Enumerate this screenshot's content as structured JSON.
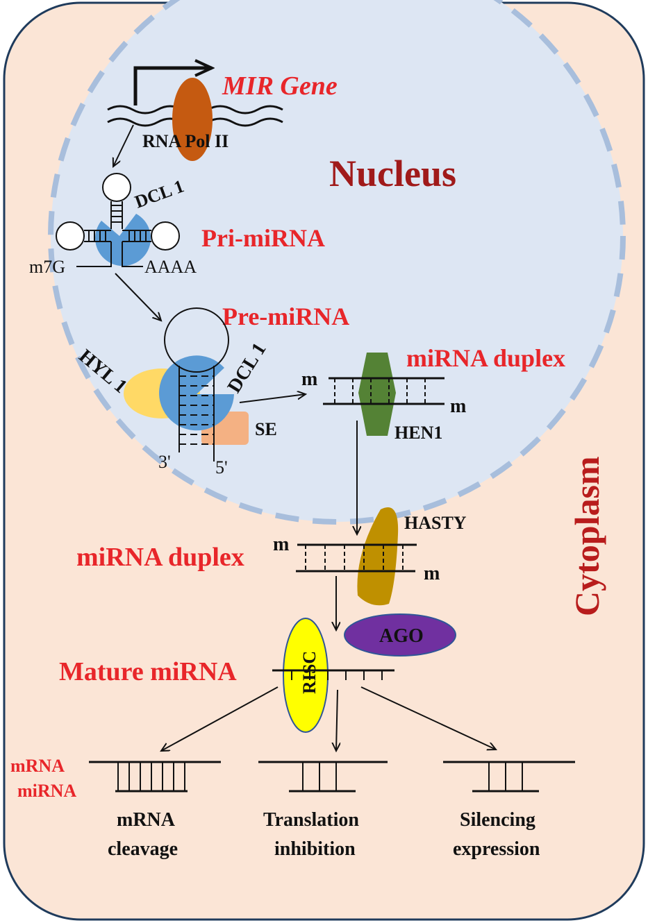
{
  "labels": {
    "mir_gene": "MIR Gene",
    "rna_pol": "RNA Pol II",
    "nucleus": "Nucleus",
    "dcl1_top": "DCL 1",
    "pri_mirna": "Pri-miRNA",
    "m7g": "m7G",
    "aaaa": "AAAA",
    "pre_mirna": "Pre-miRNA",
    "hyl1": "HYL 1",
    "dcl1_mid": "DCL 1",
    "se": "SE",
    "three_prime": "3'",
    "five_prime": "5'",
    "mirna_duplex_nucleus": "miRNA duplex",
    "m_top_left": "m",
    "m_top_right": "m",
    "hen1": "HEN1",
    "cytoplasm": "Cytoplasm",
    "hasty": "HASTY",
    "mirna_duplex_cyto": "miRNA duplex",
    "m_cyto_left": "m",
    "m_cyto_right": "m",
    "ago": "AGO",
    "risc": "RISC",
    "mature_mirna": "Mature miRNA",
    "mrna": "mRNA",
    "mirna": "miRNA",
    "outcome1_line1": "mRNA",
    "outcome1_line2": "cleavage",
    "outcome2_line1": "Translation",
    "outcome2_line2": "inhibition",
    "outcome3_line1": "Silencing",
    "outcome3_line2": "expression"
  },
  "colors": {
    "cell_background": "#fbe5d6",
    "cell_border": "#1f3b5c",
    "nucleus_fill": "#dde6f3",
    "nucleus_border": "#9fb6d6",
    "rna_pol": "#c55a11",
    "dcl1": "#5b9bd5",
    "hyl1": "#ffd966",
    "se": "#f4b183",
    "hen1": "#548235",
    "hasty": "#bf9000",
    "ago": "#7030a0",
    "risc": "#ffff00",
    "label_red": "#e8262a"
  }
}
